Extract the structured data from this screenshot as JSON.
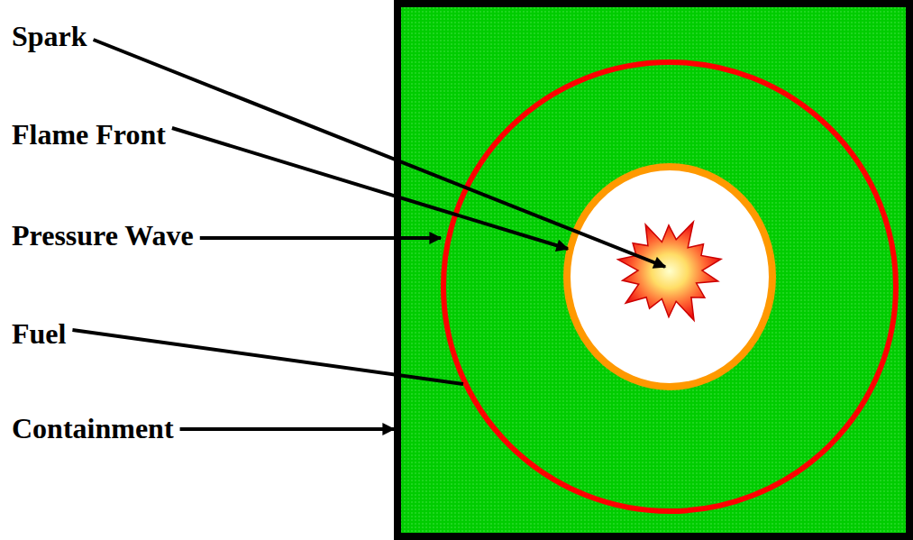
{
  "diagram": {
    "labels": [
      "Spark",
      "Flame Front",
      "Pressure Wave",
      "Fuel",
      "Containment"
    ]
  }
}
